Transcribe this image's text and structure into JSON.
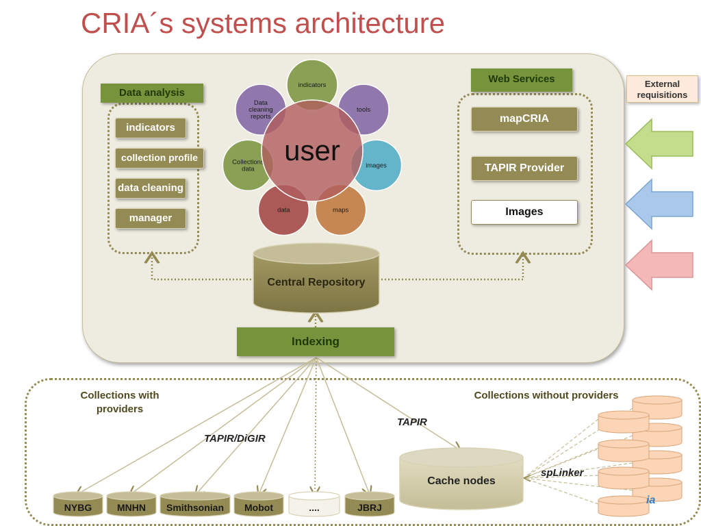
{
  "title": "CRIA´s systems architecture",
  "user_hub": {
    "center": "user",
    "petals": [
      {
        "label": "indicators",
        "color": "#77933c"
      },
      {
        "label": "tools",
        "color": "#8064a2"
      },
      {
        "label": "images",
        "color": "#4bacc6"
      },
      {
        "label": "maps",
        "color": "#c0763a"
      },
      {
        "label": "data",
        "color": "#a0413e"
      },
      {
        "label": "Collections data",
        "color": "#77933c"
      },
      {
        "label": "Data cleaning reports",
        "color": "#8064a2"
      }
    ],
    "center_color": "#b05e5e"
  },
  "data_analysis": {
    "header": "Data analysis",
    "items": [
      "indicators",
      "collection profile",
      "data cleaning",
      "manager"
    ]
  },
  "web_services": {
    "header": "Web Services",
    "items": [
      "mapCRIA",
      "TAPIR Provider",
      "Images"
    ]
  },
  "external": {
    "label": "External requisitions",
    "arrow_colors": [
      "#c3dd8c",
      "#a9c8ea",
      "#f4b8b8"
    ]
  },
  "central_repository": "Central Repository",
  "indexing": "Indexing",
  "collections_with_providers": "Collections with providers",
  "collections_without_providers": "Collections without providers",
  "protocol_left": "TAPIR/DiGIR",
  "protocol_right": "TAPIR",
  "cache_nodes": "Cache nodes",
  "splinker": "spLinker",
  "providers": [
    "NYBG",
    "MNHN",
    "Smithsonian",
    "Mobot",
    "....",
    "JBRJ"
  ],
  "logo_fragment": "ia",
  "colors": {
    "olive": "#948a54",
    "green": "#77933c",
    "title_red": "#c0504d",
    "panel_bg": "#eeece1",
    "mini_db": "#fbd5b5"
  }
}
